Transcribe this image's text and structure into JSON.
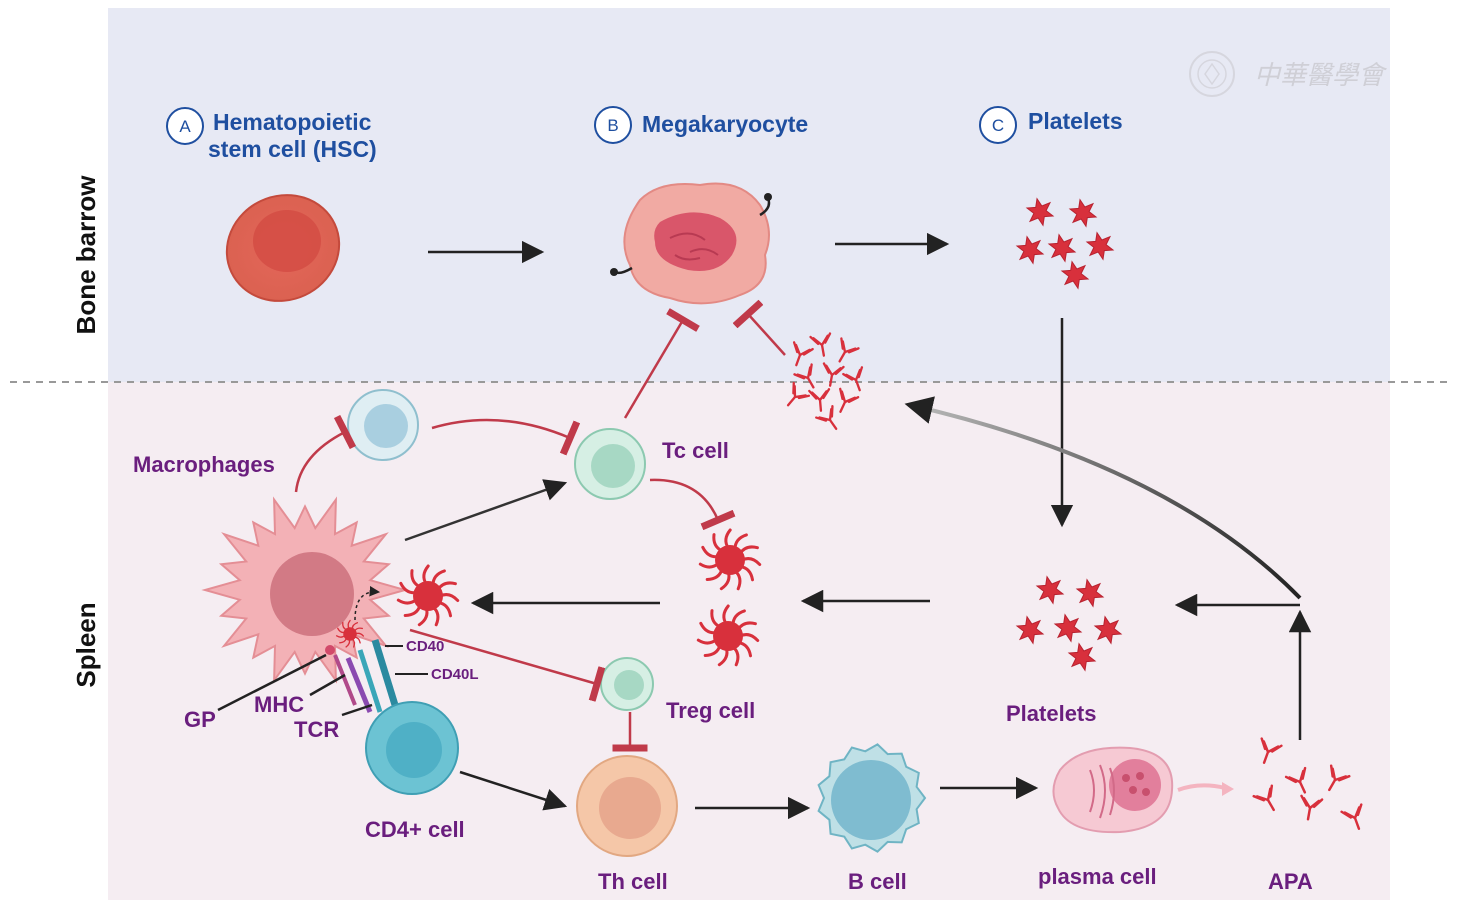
{
  "regions": {
    "top": "Bone barrow",
    "bottom": "Spleen"
  },
  "stages": [
    {
      "badge": "A",
      "line1": "Hematopoietic",
      "line2": "stem cell (HSC)"
    },
    {
      "badge": "B",
      "line1": "Megakaryocyte"
    },
    {
      "badge": "C",
      "line1": "Platelets"
    }
  ],
  "cells": {
    "macrophages": "Macrophages",
    "tc": "Tc cell",
    "treg": "Treg cell",
    "cd4": "CD4+ cell",
    "th": "Th cell",
    "b": "B cell",
    "plasma": "plasma cell",
    "apa": "APA",
    "platelets": "Platelets"
  },
  "molecules": {
    "cd40": "CD40",
    "cd40l": "CD40L",
    "gp": "GP",
    "mhc": "MHC",
    "tcr": "TCR"
  },
  "watermark": "中華醫學會",
  "colors": {
    "bone_bg": "#e7e9f4",
    "spleen_bg": "#f5edf2",
    "inhibit": "#c03a4a",
    "arrow": "#222222",
    "platelet": "#d8303c"
  }
}
